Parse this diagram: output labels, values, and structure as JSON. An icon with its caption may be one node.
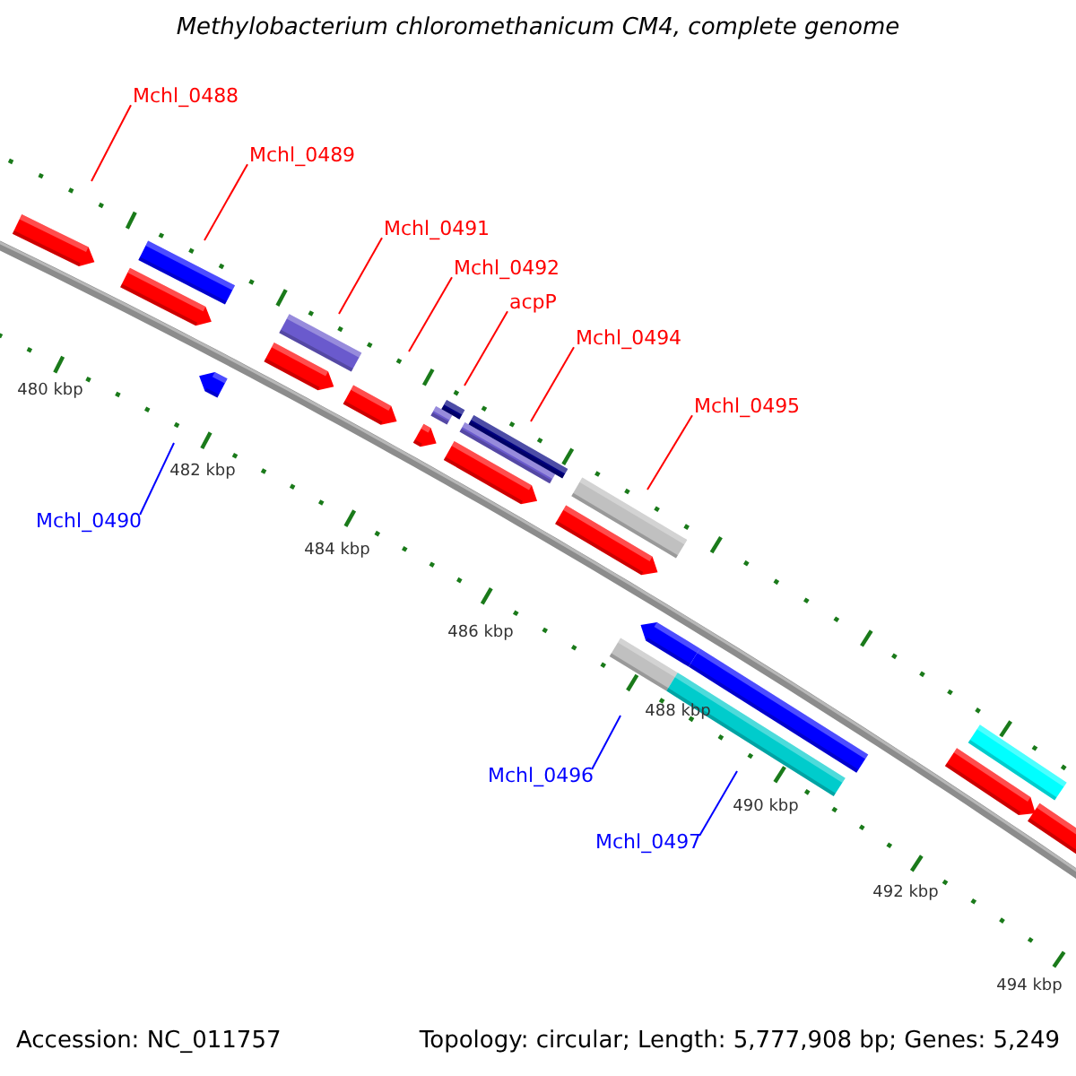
{
  "diagram": {
    "title": "Methylobacterium chloromethanicum CM4, complete genome",
    "nodes": [
      {
        "text": [
          "Mchl_0488"
        ]
      },
      {
        "text": [
          "Mchl_0489"
        ]
      },
      {
        "text": [
          "Mchl_0491"
        ]
      },
      {
        "text": [
          "Mchl_0492"
        ]
      },
      {
        "text": [
          "acpP"
        ]
      },
      {
        "text": [
          "Mchl_0494"
        ]
      },
      {
        "text": [
          "Mchl_0495"
        ]
      },
      {
        "text": [
          "Mchl_0490"
        ]
      },
      {
        "text": [
          "Mchl_0496"
        ]
      },
      {
        "text": [
          "Mchl_0497"
        ]
      }
    ],
    "edges": [
      {
        "from": 0,
        "to": null,
        "arrow": "none"
      },
      {
        "from": 1,
        "to": null,
        "arrow": "none"
      },
      {
        "from": 2,
        "to": null,
        "arrow": "none"
      },
      {
        "from": 3,
        "to": null,
        "arrow": "none"
      },
      {
        "from": 4,
        "to": null,
        "arrow": "none"
      },
      {
        "from": 5,
        "to": null,
        "arrow": "none"
      },
      {
        "from": 6,
        "to": null,
        "arrow": "none"
      },
      {
        "from": 7,
        "to": null,
        "arrow": "none",
        "color": "#0000ff"
      },
      {
        "from": 8,
        "to": null,
        "arrow": "none",
        "color": "#0000ff"
      },
      {
        "from": 9,
        "to": null,
        "arrow": "none",
        "color": "#0000ff"
      }
    ],
    "labels": [
      "480 kbp",
      "482 kbp",
      "484 kbp",
      "486 kbp",
      "488 kbp",
      "490 kbp",
      "492 kbp",
      "494 kbp",
      "Accession: NC_011757",
      "Topology: circular; Length: 5,777,908 bp; Genes: 5,249"
    ]
  }
}
